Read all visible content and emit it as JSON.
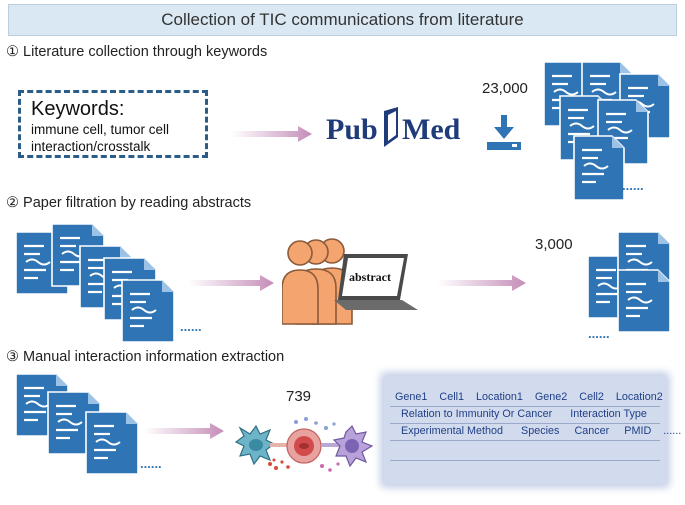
{
  "title": "Collection of TIC communications from literature",
  "steps": [
    {
      "marker": "①",
      "label": "Literature collection through keywords"
    },
    {
      "marker": "②",
      "label": "Paper filtration by reading abstracts"
    },
    {
      "marker": "③",
      "label": "Manual interaction information extraction"
    }
  ],
  "keywords": {
    "heading": "Keywords:",
    "lines": [
      "immune cell, tumor cell",
      "interaction/crosstalk"
    ]
  },
  "logo": {
    "pub": "Pub",
    "med": "Med"
  },
  "counts": {
    "collected": "23,000",
    "filtered": "3,000",
    "extracted": "739"
  },
  "screen_label": "abstract",
  "ellipsis": "......",
  "fields": {
    "row1": [
      "Gene1",
      "Cell1",
      "Location1",
      "Gene2",
      "Cell2",
      "Location2"
    ],
    "row2": [
      "Relation to Immunity Or Cancer",
      "Interaction Type"
    ],
    "row3": [
      "Experimental Method",
      "Species",
      "Cancer",
      "PMID",
      "......"
    ]
  },
  "colors": {
    "doc_blue": "#2f74b5",
    "arrow_pink": "#c58db8",
    "person_orange": "#f4a46e",
    "title_bg": "#d9e8f2",
    "panel_bg": "#d2dbee",
    "pubmed_navy": "#1f3b7a"
  }
}
